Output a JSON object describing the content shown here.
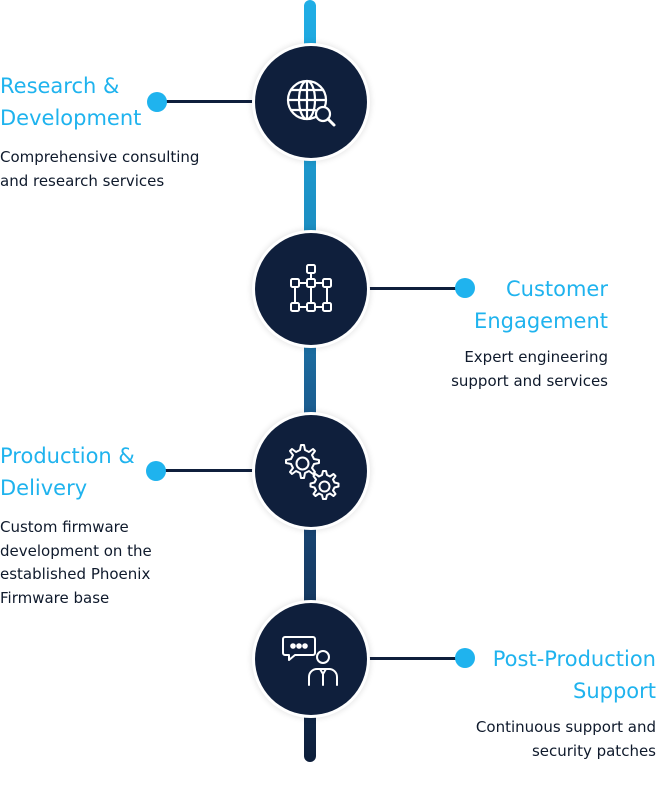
{
  "steps": [
    {
      "title_lines": [
        "Research &",
        "Development"
      ],
      "desc_lines": [
        "Comprehensive consulting",
        "and research services"
      ],
      "icon": "globe-search-icon"
    },
    {
      "title_lines": [
        "Customer",
        "Engagement"
      ],
      "desc_lines": [
        "Expert engineering",
        "support and services"
      ],
      "icon": "flowchart-icon"
    },
    {
      "title_lines": [
        "Production &",
        "Delivery"
      ],
      "desc_lines": [
        "Custom firmware",
        "development on the",
        "established Phoenix",
        "Firmware base"
      ],
      "icon": "gears-icon"
    },
    {
      "title_lines": [
        "Post-Production",
        "Support"
      ],
      "desc_lines": [
        "Continuous support and",
        "security patches"
      ],
      "icon": "support-agent-icon"
    }
  ],
  "colors": {
    "accent": "#1fb3ee",
    "circle": "#0f1f3c",
    "text": "#0f1a2c",
    "spine_top": "#20aee6",
    "spine_bottom": "#0d1e3a"
  }
}
